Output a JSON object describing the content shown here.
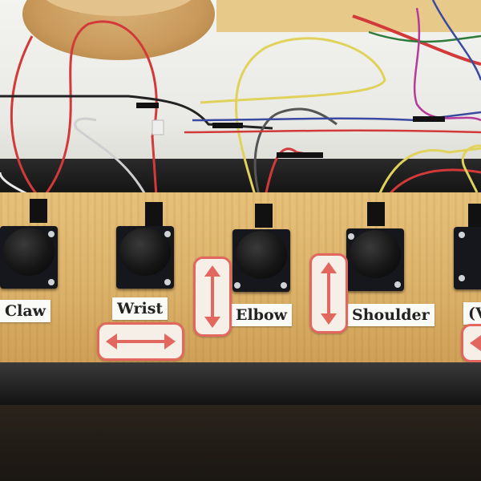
{
  "labels": {
    "claw": "Claw",
    "wrist": "Wrist",
    "elbow": "Elbow",
    "shoulder": "Shoulder",
    "partial": "(V"
  },
  "colors": {
    "arrow": "#e2675f",
    "wood": "#ddb46c"
  },
  "icons": {
    "horizontal_arrow": "left-right-arrow-icon",
    "vertical_arrow": "up-down-arrow-icon"
  }
}
